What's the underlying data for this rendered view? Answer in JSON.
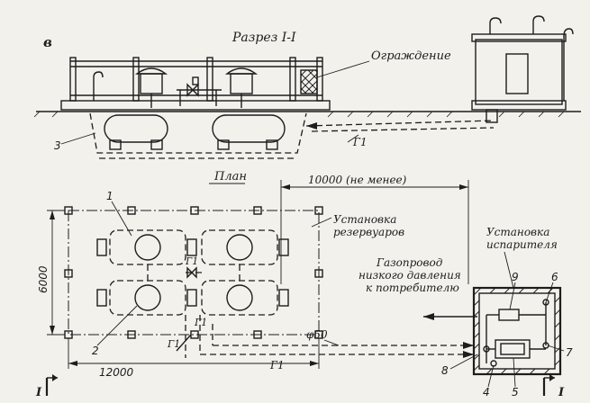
{
  "labels": {
    "figure_letter": "в",
    "section_title": "Разрез I-I",
    "fence": "Ограждение",
    "plan": "План",
    "distance": "10000 (не менее)",
    "tank_installation_line1": "Установка",
    "tank_installation_line2": "резервуаров",
    "evaporator_line1": "Установка",
    "evaporator_line2": "испарителя",
    "gas_pipeline_line1": "Газопровод",
    "gas_pipeline_line2": "низкого давления",
    "gas_pipeline_line3": "к потребителю",
    "pipe_g1": "Г1",
    "pipe_g1_plan_left": "Г1",
    "pipe_g1_plan_mid": "Г1",
    "pipe_g1_plan_bottom": "Г1",
    "pipe_g1_plan_center": "Г1",
    "diameter": "φ50",
    "dim_width": "6000",
    "dim_length": "12000",
    "section_mark_left": "I",
    "section_mark_right": "I",
    "callouts": [
      "1",
      "2",
      "3",
      "4",
      "5",
      "6",
      "7",
      "8",
      "9"
    ]
  },
  "colors": {
    "ink": "#1d1d1d",
    "paper": "#f3f1ec"
  }
}
